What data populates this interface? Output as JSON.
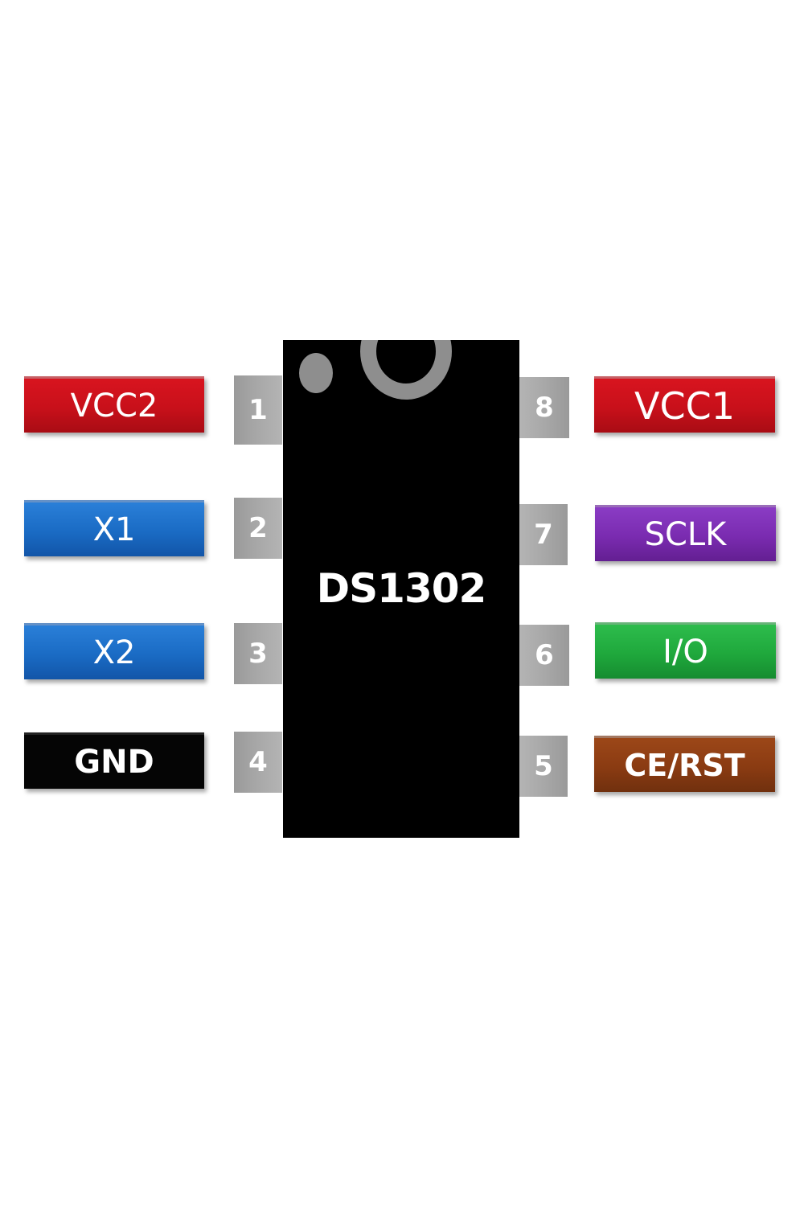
{
  "chip": {
    "name": "DS1302"
  },
  "pins": [
    {
      "number": "1",
      "label": "VCC2",
      "color": "#c8101a"
    },
    {
      "number": "2",
      "label": "X1",
      "color": "#1a6bc4"
    },
    {
      "number": "3",
      "label": "X2",
      "color": "#1a6bc4"
    },
    {
      "number": "4",
      "label": "GND",
      "color": "#050505"
    },
    {
      "number": "5",
      "label": "CE/RST",
      "color": "#8a3b12"
    },
    {
      "number": "6",
      "label": "I/O",
      "color": "#1fa83c"
    },
    {
      "number": "7",
      "label": "SCLK",
      "color": "#7a2bb0"
    },
    {
      "number": "8",
      "label": "VCC1",
      "color": "#c8101a"
    }
  ]
}
